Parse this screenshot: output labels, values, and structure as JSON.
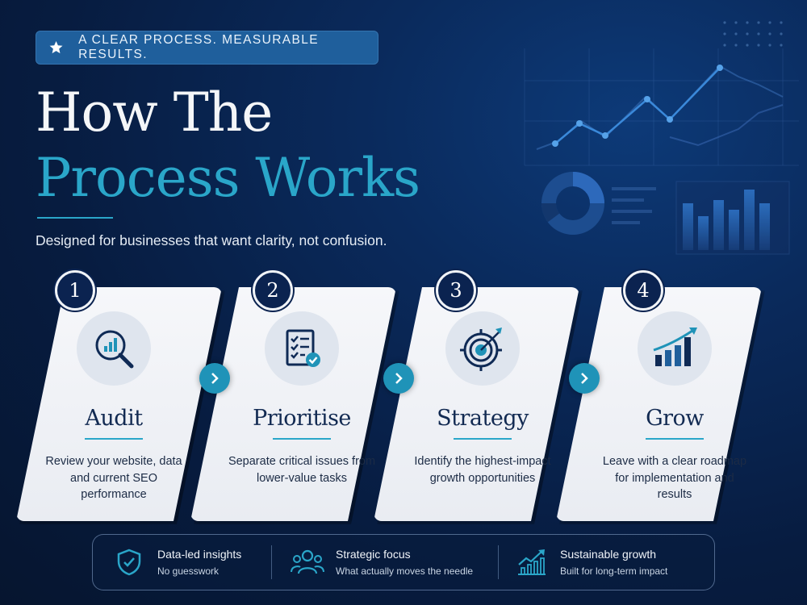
{
  "badge": {
    "icon": "star-icon",
    "text": "A CLEAR PROCESS. MEASURABLE RESULTS."
  },
  "title": {
    "line1": "How The",
    "line2": "Process Works"
  },
  "subtitle": "Designed for businesses that want clarity, not confusion.",
  "colors": {
    "accent": "#2aa6c9",
    "navy": "#0b2350",
    "card": "#f3f5f8"
  },
  "steps": [
    {
      "number": "1",
      "icon": "magnifier-chart-icon",
      "title": "Audit",
      "desc": "Review your website, data and current SEO performance"
    },
    {
      "number": "2",
      "icon": "checklist-icon",
      "title": "Prioritise",
      "desc": "Separate critical issues from lower-value tasks"
    },
    {
      "number": "3",
      "icon": "target-icon",
      "title": "Strategy",
      "desc": "Identify the highest-impact growth opportunities"
    },
    {
      "number": "4",
      "icon": "growth-chart-icon",
      "title": "Grow",
      "desc": "Leave with a clear roadmap for implementation and results"
    }
  ],
  "features": [
    {
      "icon": "shield-check-icon",
      "title": "Data-led insights",
      "sub": "No guesswork"
    },
    {
      "icon": "people-icon",
      "title": "Strategic focus",
      "sub": "What actually moves the needle"
    },
    {
      "icon": "trend-bars-icon",
      "title": "Sustainable growth",
      "sub": "Built for long-term impact"
    }
  ]
}
